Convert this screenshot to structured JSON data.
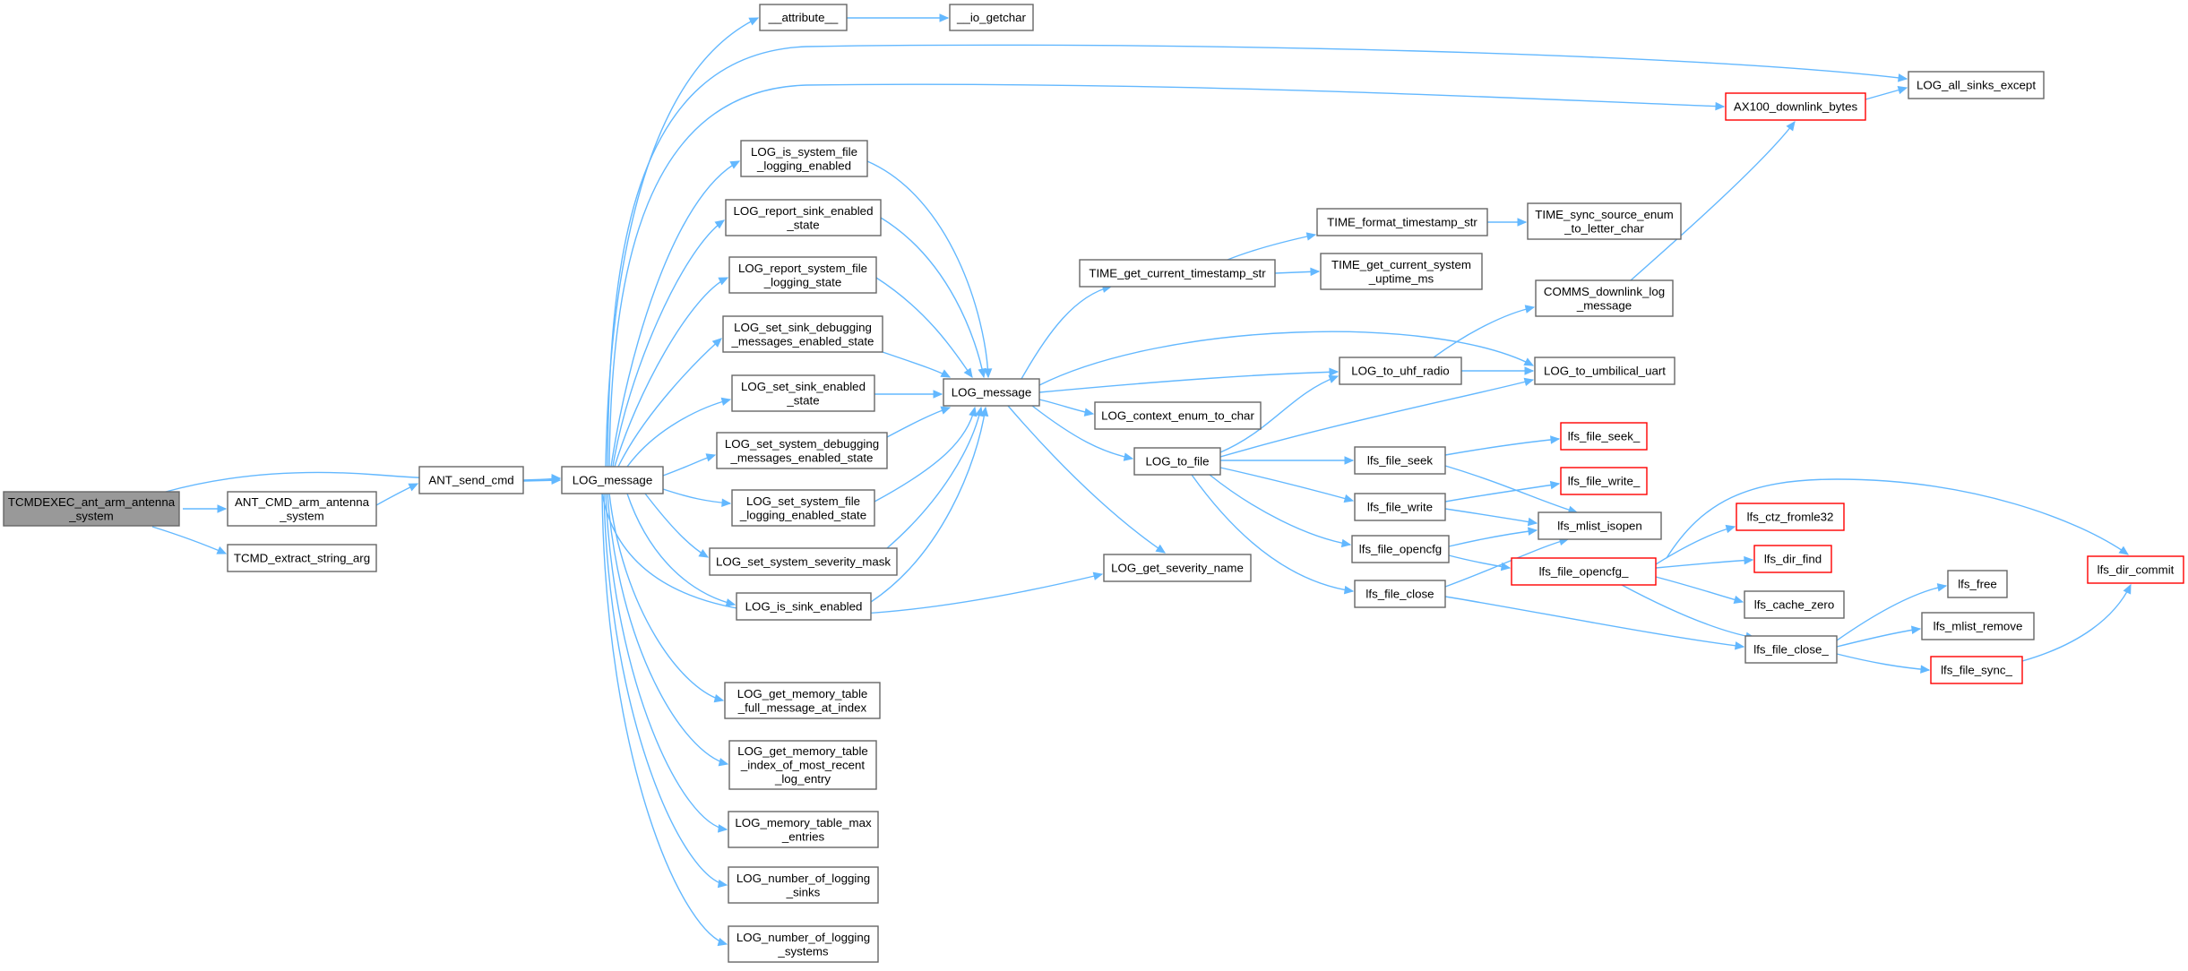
{
  "nodes": [
    {
      "id": "root",
      "lines": [
        "TCMDEXEC_ant_arm_antenna",
        "_system"
      ],
      "kind": "root"
    },
    {
      "id": "antcmd",
      "lines": [
        "ANT_CMD_arm_antenna",
        "_system"
      ]
    },
    {
      "id": "tcmdext",
      "lines": [
        "TCMD_extract_string_arg"
      ]
    },
    {
      "id": "antsend",
      "lines": [
        "ANT_send_cmd"
      ]
    },
    {
      "id": "logmsgA",
      "lines": [
        "LOG_message"
      ]
    },
    {
      "id": "attr",
      "lines": [
        "__attribute__"
      ]
    },
    {
      "id": "iogetchar",
      "lines": [
        "__io_getchar"
      ]
    },
    {
      "id": "issysfile",
      "lines": [
        "LOG_is_system_file",
        "_logging_enabled"
      ]
    },
    {
      "id": "repsink",
      "lines": [
        "LOG_report_sink_enabled",
        "_state"
      ]
    },
    {
      "id": "repsysfile",
      "lines": [
        "LOG_report_system_file",
        "_logging_state"
      ]
    },
    {
      "id": "setsinkdbg",
      "lines": [
        "LOG_set_sink_debugging",
        "_messages_enabled_state"
      ]
    },
    {
      "id": "setsinken",
      "lines": [
        "LOG_set_sink_enabled",
        "_state"
      ]
    },
    {
      "id": "setsysdbg",
      "lines": [
        "LOG_set_system_debugging",
        "_messages_enabled_state"
      ]
    },
    {
      "id": "setsysfile",
      "lines": [
        "LOG_set_system_file",
        "_logging_enabled_state"
      ]
    },
    {
      "id": "setsev",
      "lines": [
        "LOG_set_system_severity_mask"
      ]
    },
    {
      "id": "issinken",
      "lines": [
        "LOG_is_sink_enabled"
      ]
    },
    {
      "id": "memfull",
      "lines": [
        "LOG_get_memory_table",
        "_full_message_at_index"
      ]
    },
    {
      "id": "memrecent",
      "lines": [
        "LOG_get_memory_table",
        "_index_of_most_recent",
        "_log_entry"
      ]
    },
    {
      "id": "memmax",
      "lines": [
        "LOG_memory_table_max",
        "_entries"
      ]
    },
    {
      "id": "numsinks",
      "lines": [
        "LOG_number_of_logging",
        "_sinks"
      ]
    },
    {
      "id": "numsys",
      "lines": [
        "LOG_number_of_logging",
        "_systems"
      ]
    },
    {
      "id": "logmsgB",
      "lines": [
        "LOG_message"
      ]
    },
    {
      "id": "timecur",
      "lines": [
        "TIME_get_current_timestamp_str"
      ]
    },
    {
      "id": "timefmt",
      "lines": [
        "TIME_format_timestamp_str"
      ]
    },
    {
      "id": "timesync",
      "lines": [
        "TIME_sync_source_enum",
        "_to_letter_char"
      ]
    },
    {
      "id": "timeup",
      "lines": [
        "TIME_get_current_system",
        "_uptime_ms"
      ]
    },
    {
      "id": "ctxenum",
      "lines": [
        "LOG_context_enum_to_char"
      ]
    },
    {
      "id": "tofile",
      "lines": [
        "LOG_to_file"
      ]
    },
    {
      "id": "sevname",
      "lines": [
        "LOG_get_severity_name"
      ]
    },
    {
      "id": "uhf",
      "lines": [
        "LOG_to_uhf_radio"
      ]
    },
    {
      "id": "umb",
      "lines": [
        "LOG_to_umbilical_uart"
      ]
    },
    {
      "id": "commsdl",
      "lines": [
        "COMMS_downlink_log",
        "_message"
      ]
    },
    {
      "id": "ax100",
      "lines": [
        "AX100_downlink_bytes"
      ],
      "kind": "trunc"
    },
    {
      "id": "allsinks",
      "lines": [
        "LOG_all_sinks_except"
      ]
    },
    {
      "id": "fseek",
      "lines": [
        "lfs_file_seek"
      ]
    },
    {
      "id": "fseek_",
      "lines": [
        "lfs_file_seek_"
      ],
      "kind": "trunc"
    },
    {
      "id": "fwrite",
      "lines": [
        "lfs_file_write"
      ]
    },
    {
      "id": "fwrite_",
      "lines": [
        "lfs_file_write_"
      ],
      "kind": "trunc"
    },
    {
      "id": "mlistopen",
      "lines": [
        "lfs_mlist_isopen"
      ]
    },
    {
      "id": "fopencfg",
      "lines": [
        "lfs_file_opencfg"
      ]
    },
    {
      "id": "fopencfg_",
      "lines": [
        "lfs_file_opencfg_"
      ],
      "kind": "trunc"
    },
    {
      "id": "ctzfromle",
      "lines": [
        "lfs_ctz_fromle32"
      ],
      "kind": "trunc"
    },
    {
      "id": "dirfind",
      "lines": [
        "lfs_dir_find"
      ],
      "kind": "trunc"
    },
    {
      "id": "cachezero",
      "lines": [
        "lfs_cache_zero"
      ]
    },
    {
      "id": "fclose",
      "lines": [
        "lfs_file_close"
      ]
    },
    {
      "id": "fclose_",
      "lines": [
        "lfs_file_close_"
      ]
    },
    {
      "id": "lfree",
      "lines": [
        "lfs_free"
      ]
    },
    {
      "id": "mlistrm",
      "lines": [
        "lfs_mlist_remove"
      ]
    },
    {
      "id": "fsync_",
      "lines": [
        "lfs_file_sync_"
      ],
      "kind": "trunc"
    },
    {
      "id": "dircommit",
      "lines": [
        "lfs_dir_commit"
      ],
      "kind": "trunc"
    }
  ],
  "edges": [
    {
      "from": "root",
      "to": "antcmd"
    },
    {
      "from": "root",
      "to": "tcmdext"
    },
    {
      "from": "root",
      "to": "logmsgA"
    },
    {
      "from": "antcmd",
      "to": "antsend"
    },
    {
      "from": "antsend",
      "to": "logmsgA"
    },
    {
      "from": "logmsgA",
      "to": "attr"
    },
    {
      "from": "attr",
      "to": "iogetchar"
    },
    {
      "from": "logmsgA",
      "to": "allsinks"
    },
    {
      "from": "logmsgA",
      "to": "ax100"
    },
    {
      "from": "logmsgA",
      "to": "issysfile"
    },
    {
      "from": "logmsgA",
      "to": "repsink"
    },
    {
      "from": "logmsgA",
      "to": "repsysfile"
    },
    {
      "from": "logmsgA",
      "to": "setsinkdbg"
    },
    {
      "from": "logmsgA",
      "to": "setsinken"
    },
    {
      "from": "logmsgA",
      "to": "setsysdbg"
    },
    {
      "from": "logmsgA",
      "to": "setsysfile"
    },
    {
      "from": "logmsgA",
      "to": "setsev"
    },
    {
      "from": "logmsgA",
      "to": "issinken"
    },
    {
      "from": "logmsgA",
      "to": "sevname"
    },
    {
      "from": "logmsgA",
      "to": "memfull"
    },
    {
      "from": "logmsgA",
      "to": "memrecent"
    },
    {
      "from": "logmsgA",
      "to": "memmax"
    },
    {
      "from": "logmsgA",
      "to": "numsinks"
    },
    {
      "from": "logmsgA",
      "to": "numsys"
    },
    {
      "from": "issysfile",
      "to": "logmsgB"
    },
    {
      "from": "repsink",
      "to": "logmsgB"
    },
    {
      "from": "repsysfile",
      "to": "logmsgB"
    },
    {
      "from": "setsinkdbg",
      "to": "logmsgB"
    },
    {
      "from": "setsinken",
      "to": "logmsgB"
    },
    {
      "from": "setsysdbg",
      "to": "logmsgB"
    },
    {
      "from": "setsysfile",
      "to": "logmsgB"
    },
    {
      "from": "setsev",
      "to": "logmsgB"
    },
    {
      "from": "issinken",
      "to": "logmsgB"
    },
    {
      "from": "logmsgB",
      "to": "timecur"
    },
    {
      "from": "logmsgB",
      "to": "ctxenum"
    },
    {
      "from": "logmsgB",
      "to": "tofile"
    },
    {
      "from": "logmsgB",
      "to": "sevname"
    },
    {
      "from": "logmsgB",
      "to": "uhf"
    },
    {
      "from": "logmsgB",
      "to": "umb"
    },
    {
      "from": "timecur",
      "to": "timefmt"
    },
    {
      "from": "timecur",
      "to": "timeup"
    },
    {
      "from": "timefmt",
      "to": "timesync"
    },
    {
      "from": "tofile",
      "to": "uhf"
    },
    {
      "from": "tofile",
      "to": "umb"
    },
    {
      "from": "tofile",
      "to": "fseek"
    },
    {
      "from": "tofile",
      "to": "fwrite"
    },
    {
      "from": "tofile",
      "to": "fopencfg"
    },
    {
      "from": "tofile",
      "to": "fclose"
    },
    {
      "from": "uhf",
      "to": "commsdl"
    },
    {
      "from": "uhf",
      "to": "umb"
    },
    {
      "from": "commsdl",
      "to": "ax100"
    },
    {
      "from": "ax100",
      "to": "allsinks"
    },
    {
      "from": "fseek",
      "to": "fseek_"
    },
    {
      "from": "fseek",
      "to": "mlistopen"
    },
    {
      "from": "fwrite",
      "to": "fwrite_"
    },
    {
      "from": "fwrite",
      "to": "mlistopen"
    },
    {
      "from": "fopencfg",
      "to": "mlistopen"
    },
    {
      "from": "fopencfg",
      "to": "fopencfg_"
    },
    {
      "from": "fclose",
      "to": "mlistopen"
    },
    {
      "from": "fclose",
      "to": "fclose_"
    },
    {
      "from": "fopencfg_",
      "to": "ctzfromle"
    },
    {
      "from": "fopencfg_",
      "to": "dirfind"
    },
    {
      "from": "fopencfg_",
      "to": "cachezero"
    },
    {
      "from": "fopencfg_",
      "to": "fclose_"
    },
    {
      "from": "fopencfg_",
      "to": "dircommit"
    },
    {
      "from": "fclose_",
      "to": "lfree"
    },
    {
      "from": "fclose_",
      "to": "mlistrm"
    },
    {
      "from": "fclose_",
      "to": "fsync_"
    },
    {
      "from": "fsync_",
      "to": "dircommit"
    }
  ]
}
